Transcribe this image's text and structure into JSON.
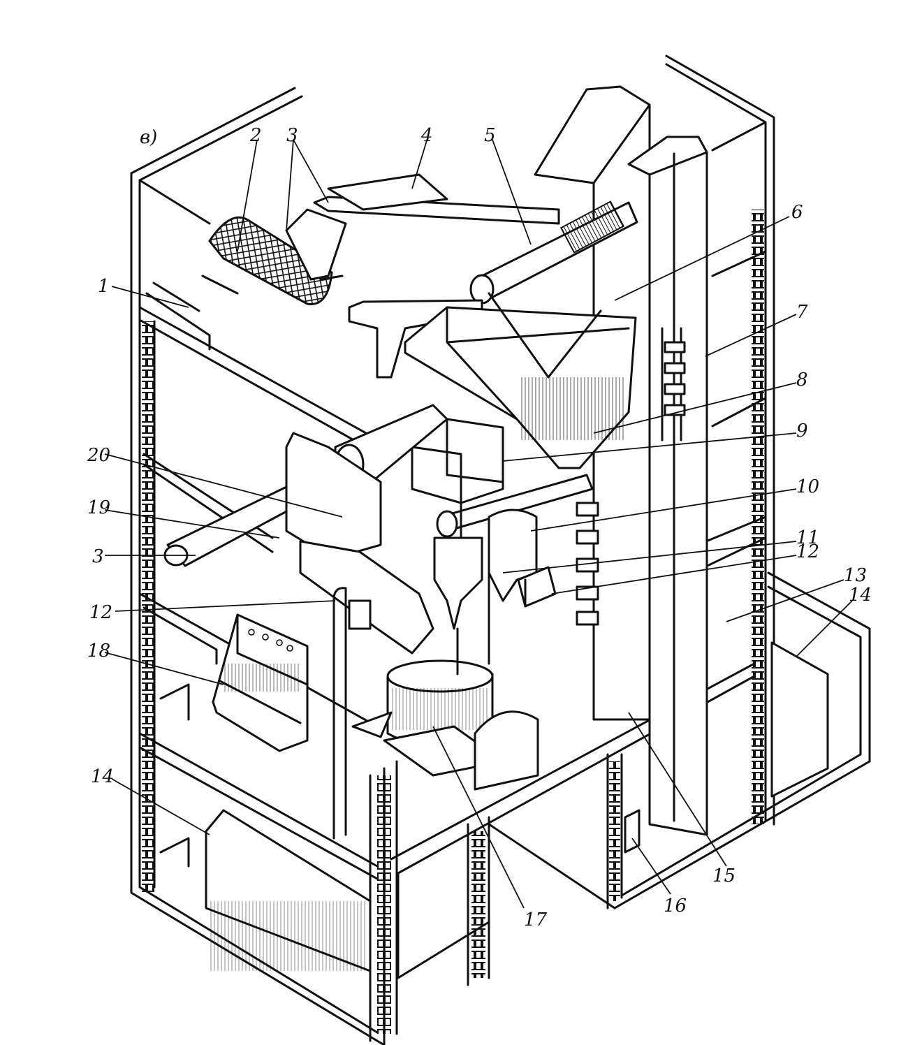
{
  "figure": {
    "panel_letter": "в)"
  },
  "callouts": [
    {
      "id": "c1",
      "text": "1"
    },
    {
      "id": "c2",
      "text": "2"
    },
    {
      "id": "c3a",
      "text": "3"
    },
    {
      "id": "c3b",
      "text": "3"
    },
    {
      "id": "c4",
      "text": "4"
    },
    {
      "id": "c5",
      "text": "5"
    },
    {
      "id": "c6",
      "text": "6"
    },
    {
      "id": "c7",
      "text": "7"
    },
    {
      "id": "c8",
      "text": "8"
    },
    {
      "id": "c9",
      "text": "9"
    },
    {
      "id": "c10",
      "text": "10"
    },
    {
      "id": "c11",
      "text": "11"
    },
    {
      "id": "c12a",
      "text": "12"
    },
    {
      "id": "c12b",
      "text": "12"
    },
    {
      "id": "c13",
      "text": "13"
    },
    {
      "id": "c14a",
      "text": "14"
    },
    {
      "id": "c14b",
      "text": "14"
    },
    {
      "id": "c15",
      "text": "15"
    },
    {
      "id": "c16",
      "text": "16"
    },
    {
      "id": "c17",
      "text": "17"
    },
    {
      "id": "c18",
      "text": "18"
    },
    {
      "id": "c19",
      "text": "19"
    },
    {
      "id": "c20",
      "text": "20"
    }
  ]
}
